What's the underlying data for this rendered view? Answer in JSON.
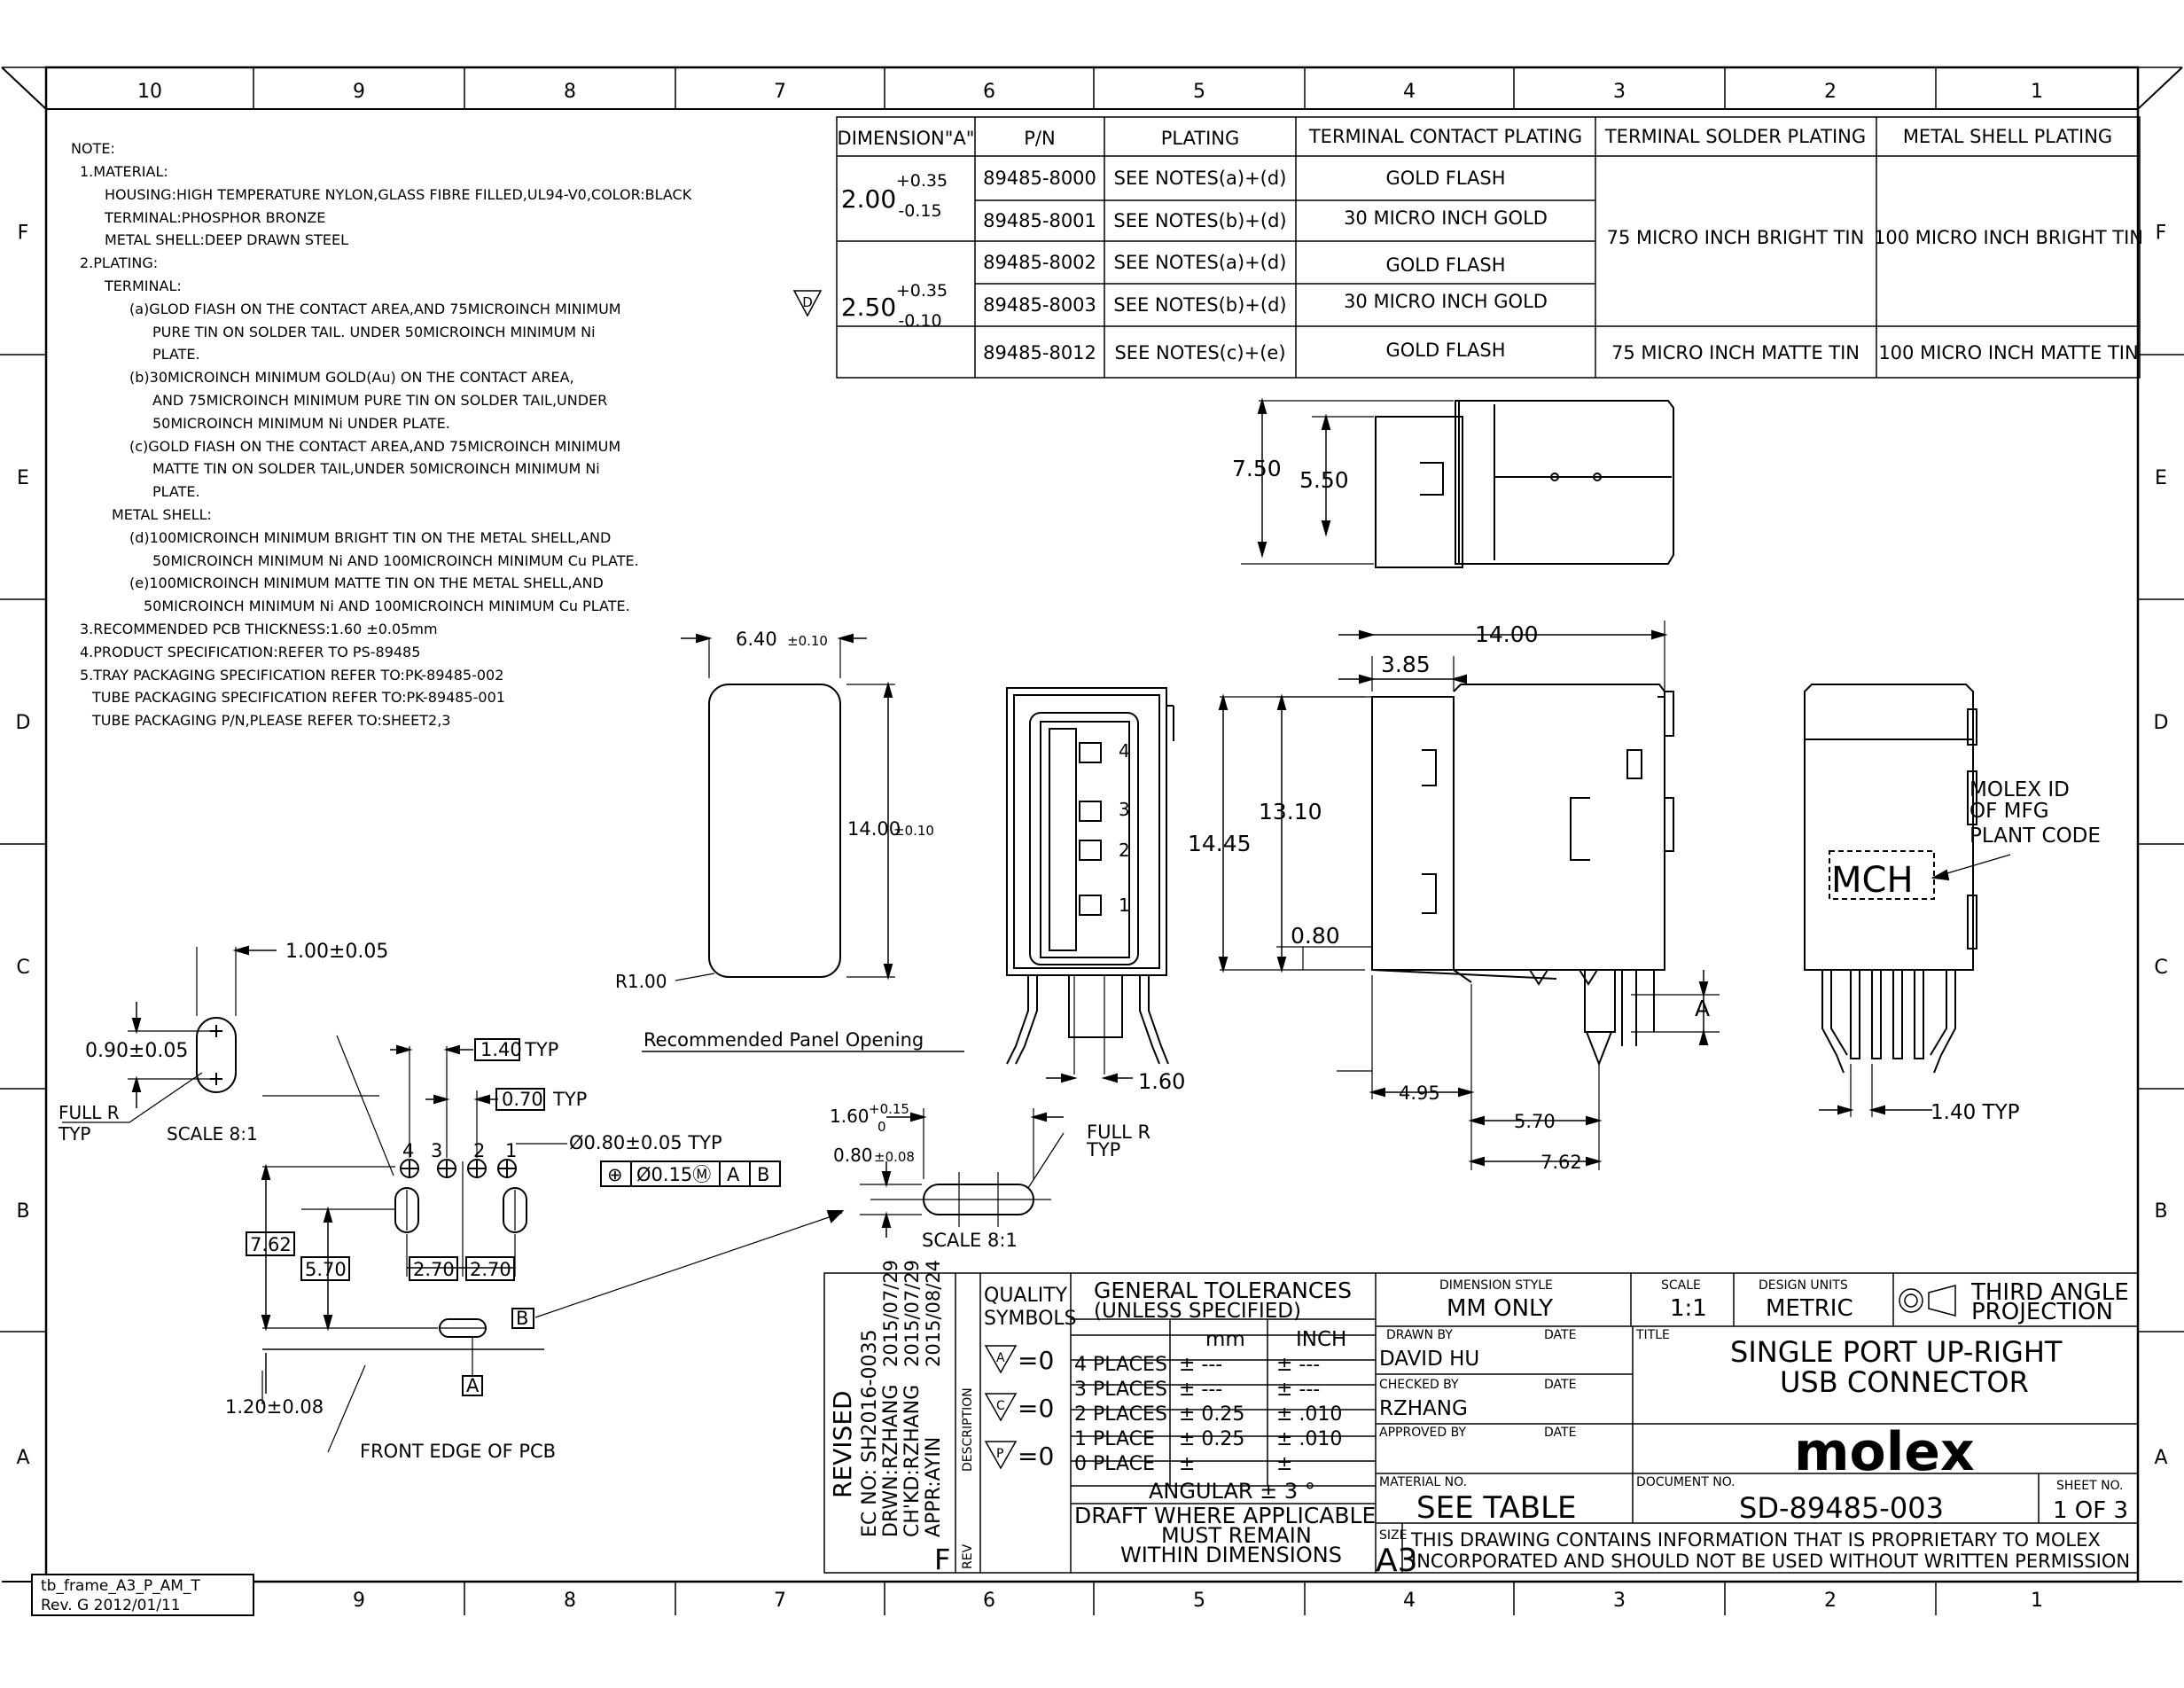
{
  "frame": {
    "columns": [
      "10",
      "9",
      "8",
      "7",
      "6",
      "5",
      "4",
      "3",
      "2",
      "1"
    ],
    "rows": [
      "F",
      "E",
      "D",
      "C",
      "B",
      "A"
    ],
    "frame_id": "tb_frame_A3_P_AM_T",
    "frame_rev": "Rev. G  2012/01/11"
  },
  "notes": {
    "heading": "NOTE:",
    "lines": [
      "1.MATERIAL:",
      "HOUSING:HIGH TEMPERATURE NYLON,GLASS FIBRE FILLED,UL94-V0,COLOR:BLACK",
      "TERMINAL:PHOSPHOR BRONZE",
      "METAL SHELL:DEEP DRAWN STEEL",
      "2.PLATING:",
      "TERMINAL:",
      "(a)GLOD FIASH ON THE CONTACT AREA,AND 75MICROINCH MINIMUM",
      "PURE TIN ON SOLDER TAIL. UNDER 50MICROINCH MINIMUM Ni",
      "PLATE.",
      "(b)30MICROINCH MINIMUM GOLD(Au) ON THE CONTACT AREA,",
      "AND 75MICROINCH MINIMUM PURE TIN ON SOLDER TAIL,UNDER",
      "50MICROINCH MINIMUM Ni UNDER PLATE.",
      "(c)GOLD FIASH ON THE CONTACT AREA,AND 75MICROINCH MINIMUM",
      "MATTE TIN ON SOLDER TAIL,UNDER 50MICROINCH MINIMUM Ni",
      "PLATE.",
      "METAL SHELL:",
      "(d)100MICROINCH MINIMUM BRIGHT TIN ON THE METAL SHELL,AND",
      "50MICROINCH MINIMUM Ni AND 100MICROINCH MINIMUM Cu PLATE.",
      "(e)100MICROINCH MINIMUM MATTE TIN ON THE METAL SHELL,AND",
      "50MICROINCH MINIMUM Ni AND 100MICROINCH MINIMUM Cu PLATE.",
      "3.RECOMMENDED PCB THICKNESS:1.60 ±0.05mm",
      "4.PRODUCT SPECIFICATION:REFER TO PS-89485",
      "5.TRAY PACKAGING SPECIFICATION REFER TO:PK-89485-002",
      "TUBE PACKAGING SPECIFICATION REFER TO:PK-89485-001",
      "TUBE PACKAGING P/N,PLEASE REFER TO:SHEET2,3"
    ]
  },
  "pn_table": {
    "headers": [
      "DIMENSION\"A\"",
      "P/N",
      "PLATING",
      "TERMINAL CONTACT PLATING",
      "TERMINAL SOLDER PLATING",
      "METAL SHELL PLATING"
    ],
    "dimA_1": "2.00",
    "dimA_1_tol_plus": "+0.35",
    "dimA_1_tol_minus": "-0.15",
    "dimA_2": "2.50",
    "dimA_2_tol_plus": "+0.35",
    "dimA_2_tol_minus": "-0.10",
    "flag_mark": "D",
    "rows": [
      {
        "pn": "89485-8000",
        "plating": "SEE NOTES(a)+(d)",
        "contact": "GOLD FLASH"
      },
      {
        "pn": "89485-8001",
        "plating": "SEE NOTES(b)+(d)",
        "contact": "30 MICRO INCH GOLD"
      },
      {
        "pn": "89485-8002",
        "plating": "SEE NOTES(a)+(d)",
        "contact": "GOLD FLASH"
      },
      {
        "pn": "89485-8003",
        "plating": "SEE NOTES(b)+(d)",
        "contact": "30 MICRO INCH GOLD"
      },
      {
        "pn": "89485-8012",
        "plating": "SEE NOTES(c)+(e)",
        "contact": "GOLD FLASH"
      }
    ],
    "solder_bright": "75 MICRO INCH BRIGHT TIN",
    "shell_bright": "100 MICRO INCH BRIGHT TIN",
    "solder_matte": "75 MICRO INCH MATTE TIN",
    "shell_matte": "100 MICRO INCH MATTE TIN"
  },
  "dims": {
    "top_h1": "7.50",
    "top_h2": "5.50",
    "panel_w": "6.40",
    "panel_w_tol": "±0.10",
    "panel_h": "14.00",
    "panel_h_tol": "±0.10",
    "panel_r": "R1.00",
    "panel_label": "Recommended Panel Opening",
    "front_pins": [
      "4",
      "3",
      "2",
      "1"
    ],
    "front_w": "1.60",
    "side_w": "14.00",
    "side_w2": "3.85",
    "side_h1": "14.45",
    "side_h2": "13.10",
    "side_h3": "0.80",
    "side_a": "A",
    "side_b1": "4.95",
    "side_b2": "5.70",
    "side_b3": "7.62",
    "rear_id": "MCH",
    "rear_note_1": "MOLEX ID",
    "rear_note_2": "OF MFG",
    "rear_note_3": "PLANT CODE",
    "rear_pitch": "1.40 TYP",
    "slot_w": "1.00±0.05",
    "slot_h": "0.90±0.05",
    "full_r": "FULL R",
    "full_r_typ": "TYP",
    "scale_8": "SCALE 8:1",
    "pcb_pitch": "1.40",
    "pcb_pitch_typ": "TYP",
    "pcb_pitch2": "0.70",
    "pcb_hole": "Ø0.80±0.05 TYP",
    "pcb_fcf_sym": "⊕",
    "pcb_fcf_tol": "Ø0.15Ⓜ",
    "pcb_fcf_a": "A",
    "pcb_fcf_b": "B",
    "pcb_pins": [
      "4",
      "3",
      "2",
      "1"
    ],
    "pcb_7_62": "7.62",
    "pcb_5_70": "5.70",
    "pcb_2_70a": "2.70",
    "pcb_2_70b": "2.70",
    "pcb_datum_b": "B",
    "pcb_datum_a": "A",
    "pcb_1_20": "1.20±0.08",
    "pcb_front": "FRONT EDGE OF PCB",
    "det_w_main": "1.60",
    "det_w_plus": "+0.15",
    "det_w_minus": "0",
    "det_h": "0.80",
    "det_h_tol": "±0.08",
    "det_full_r": "FULL R",
    "det_typ": "TYP",
    "det_scale": "SCALE 8:1"
  },
  "title_block": {
    "revised_title": "REVISED",
    "revised_lines": [
      "EC NO: SH2016-0035",
      "DRWN:RZHANG",
      "CH'KD:RZHANG",
      "APPR:AYIN"
    ],
    "revised_dates": [
      "2015/07/29",
      "2015/07/29",
      "2015/08/24"
    ],
    "rev_letter": "F",
    "description_label": "DESCRIPTION",
    "rev_label": "REV",
    "quality_1": "QUALITY",
    "quality_2": "SYMBOLS",
    "q_sym_1": "=0",
    "q_sym_2": "=0",
    "q_sym_3": "=0",
    "q_letters": [
      "A",
      "C",
      "P"
    ],
    "gt_1": "GENERAL TOLERANCES",
    "gt_2": "(UNLESS SPECIFIED)",
    "col_mm": "mm",
    "col_inch": "INCH",
    "tol_rows": [
      {
        "label": "4 PLACES",
        "mm": "± ---",
        "inch": "± ---"
      },
      {
        "label": "3 PLACES",
        "mm": "± ---",
        "inch": "± ---"
      },
      {
        "label": "2 PLACES",
        "mm": "± 0.25",
        "inch": "± .010"
      },
      {
        "label": "1 PLACE",
        "mm": "± 0.25",
        "inch": "± .010"
      },
      {
        "label": "0 PLACE",
        "mm": "±",
        "inch": "±"
      }
    ],
    "angular": "ANGULAR ± 3 °",
    "draft_1": "DRAFT WHERE APPLICABLE",
    "draft_2": "MUST REMAIN",
    "draft_3": "WITHIN DIMENSIONS",
    "dim_style_label": "DIMENSION STYLE",
    "dim_style": "MM ONLY",
    "scale_label": "SCALE",
    "scale": "1:1",
    "units_label": "DESIGN UNITS",
    "units": "METRIC",
    "projection_1": "THIRD ANGLE",
    "projection_2": "PROJECTION",
    "drawn_label": "DRAWN BY",
    "drawn_by": "DAVID HU",
    "checked_label": "CHECKED BY",
    "checked_by": "RZHANG",
    "approved_label": "APPROVED BY",
    "date_label": "DATE",
    "title_label": "TITLE",
    "title_1": "SINGLE PORT UP-RIGHT",
    "title_2": "USB CONNECTOR",
    "logo": "molex",
    "material_label": "MATERIAL NO.",
    "material": "SEE TABLE",
    "document_label": "DOCUMENT NO.",
    "document": "SD-89485-003",
    "sheet_label": "SHEET NO.",
    "sheet": "1 OF 3",
    "size_label": "SIZE",
    "size": "A3",
    "proprietary_1": "THIS DRAWING CONTAINS INFORMATION THAT IS PROPRIETARY TO MOLEX",
    "proprietary_2": "INCORPORATED AND SHOULD NOT BE USED WITHOUT WRITTEN PERMISSION"
  }
}
